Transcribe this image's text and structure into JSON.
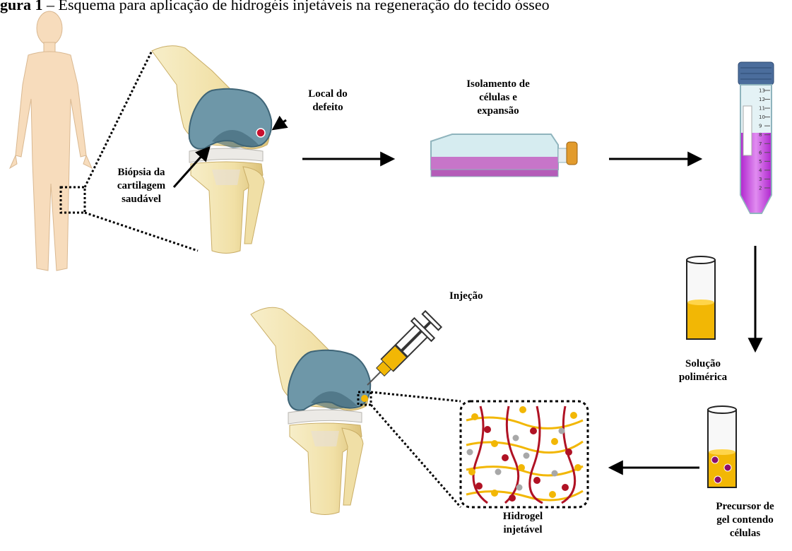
{
  "caption": {
    "prefix": "gura 1",
    "text": "– Esquema para aplicação de hidrogéis injetáveis na regeneração do tecido ósseo"
  },
  "labels": {
    "local_defeito": [
      "Local do",
      "defeito"
    ],
    "biopsia": [
      "Biópsia da",
      "cartilagem",
      "saudável"
    ],
    "isolamento": [
      "Isolamento de",
      "células e",
      "expansão"
    ],
    "injecao": [
      "Injeção"
    ],
    "solucao": [
      "Solução",
      "polimérica"
    ],
    "hidrogel": [
      "Hidrogel",
      "injetável"
    ],
    "precursor": [
      "Precursor de",
      "gel contendo",
      "células"
    ]
  },
  "tube_scale": [
    "13",
    "12",
    "11",
    "10",
    "9",
    "8",
    "7",
    "6",
    "5",
    "4",
    "3",
    "2"
  ],
  "colors": {
    "skin": "#f7dcbc",
    "bone": "#f3e6b8",
    "cartilage": "#6e97a8",
    "cartilage_dark": "#3f6577",
    "defect": "#c8102e",
    "purple_medium": "#c43fd6",
    "flask_medium": "#c775c9",
    "polymer": "#f2b705",
    "cell": "#8b0e6b",
    "tube_cap": "#4b6d9c",
    "network_yellow": "#f2b705",
    "network_red": "#b01224"
  },
  "icons": [
    "human-body-icon",
    "knee-joint-icon",
    "culture-flask-icon",
    "falcon-tube-icon",
    "test-tube-icon",
    "syringe-icon",
    "hydrogel-network-icon"
  ]
}
